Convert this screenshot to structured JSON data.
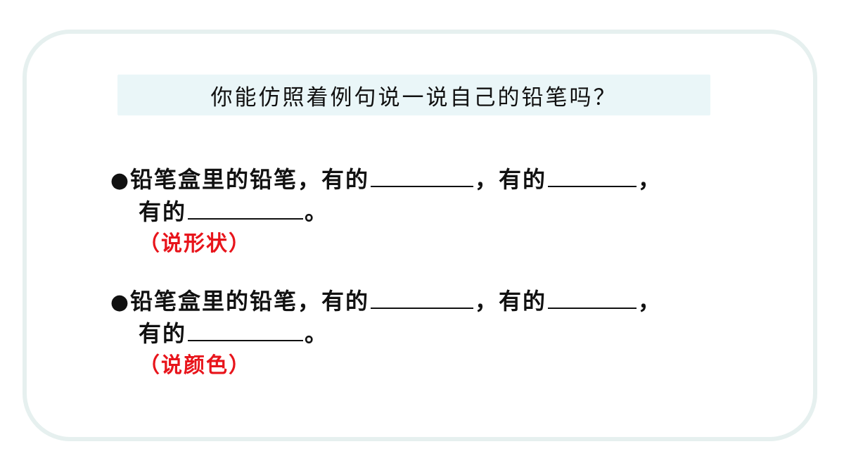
{
  "title": "你能仿照着例句说一说自己的铅笔吗？",
  "items": [
    {
      "bullet": "●",
      "lead": "铅笔盒里的铅笔，有的",
      "sep1": "，有的",
      "end1": "，",
      "line2_lead": "有的",
      "end2": "。",
      "note": "（说形状）"
    },
    {
      "bullet": "●",
      "lead": "铅笔盒里的铅笔，有的",
      "sep1": "，有的",
      "end1": "，",
      "line2_lead": "有的",
      "end2": "。",
      "note": "（说颜色）"
    }
  ],
  "colors": {
    "frame_border": "#e6f0ef",
    "title_background": "#eaf6f8",
    "note_text": "#e8141b",
    "body_text": "#111111"
  }
}
